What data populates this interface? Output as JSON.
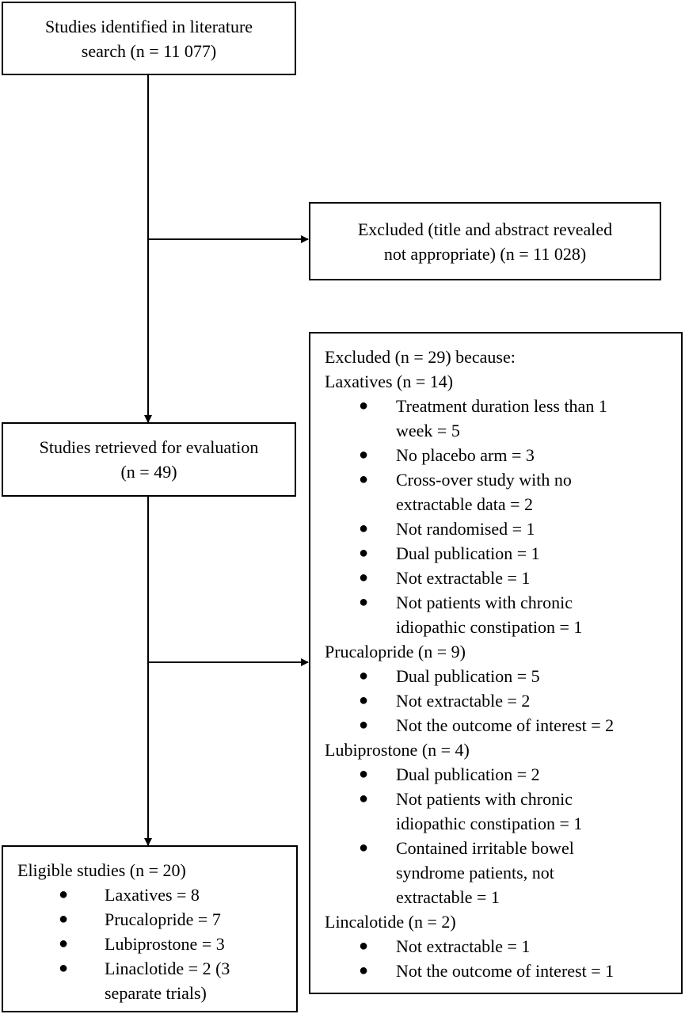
{
  "boxes": {
    "identified": {
      "line1": "Studies identified in literature",
      "line2": "search (n = 11 077)"
    },
    "excluded_title": {
      "line1": "Excluded (title and abstract revealed",
      "line2": "not appropriate) (n = 11 028)"
    },
    "retrieved": {
      "line1": "Studies retrieved for evaluation",
      "line2": "(n = 49)"
    },
    "eligible": {
      "heading": "Eligible studies (n = 20)",
      "items": [
        [
          "Laxatives = 8"
        ],
        [
          "Prucalopride = 7"
        ],
        [
          "Lubiprostone = 3"
        ],
        [
          "Linaclotide = 2 (3",
          "separate trials)"
        ]
      ]
    },
    "excluded_detail": {
      "heading": "Excluded (n = 29) because:",
      "groups": [
        {
          "title": "Laxatives (n = 14)",
          "items": [
            [
              "Treatment duration less than 1",
              "week = 5"
            ],
            [
              "No placebo arm = 3"
            ],
            [
              "Cross-over study with no",
              "extractable data = 2"
            ],
            [
              "Not randomised = 1"
            ],
            [
              "Dual publication = 1"
            ],
            [
              "Not extractable = 1"
            ],
            [
              "Not patients with chronic",
              "idiopathic constipation = 1"
            ]
          ]
        },
        {
          "title": "Prucalopride (n = 9)",
          "items": [
            [
              "Dual publication = 5"
            ],
            [
              "Not extractable = 2"
            ],
            [
              "Not the outcome of interest = 2"
            ]
          ]
        },
        {
          "title": "Lubiprostone (n = 4)",
          "items": [
            [
              "Dual publication = 2"
            ],
            [
              "Not patients with chronic",
              "idiopathic constipation = 1"
            ],
            [
              "Contained irritable bowel",
              "syndrome patients, not",
              "extractable = 1"
            ]
          ]
        },
        {
          "title": "Lincalotide (n = 2)",
          "items": [
            [
              "Not extractable = 1"
            ],
            [
              "Not the outcome of interest = 1"
            ]
          ]
        }
      ]
    }
  }
}
